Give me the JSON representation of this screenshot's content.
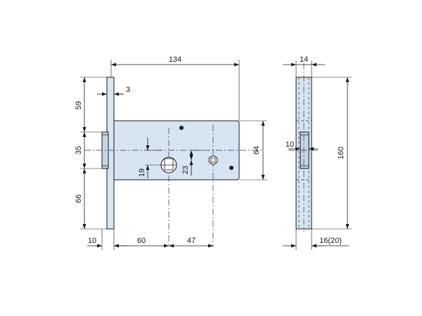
{
  "colors": {
    "plate": "#d7e5f2",
    "plate_dark": "#c6d6e6",
    "line": "#1a1a1a"
  },
  "dimensions": {
    "overall_length": "134",
    "faceplate_thickness": "3",
    "top_offset": "59",
    "middle_gap": "35",
    "bottom_offset": "66",
    "body_height": "64",
    "keyhole_offset": "19",
    "spindle_offset": "23",
    "faceplate_width": "10",
    "backset": "60",
    "hole_spacing": "47",
    "side_width": "14",
    "side_height": "160",
    "bolt_width": "10",
    "side_faceplate_width": "16(20)"
  }
}
